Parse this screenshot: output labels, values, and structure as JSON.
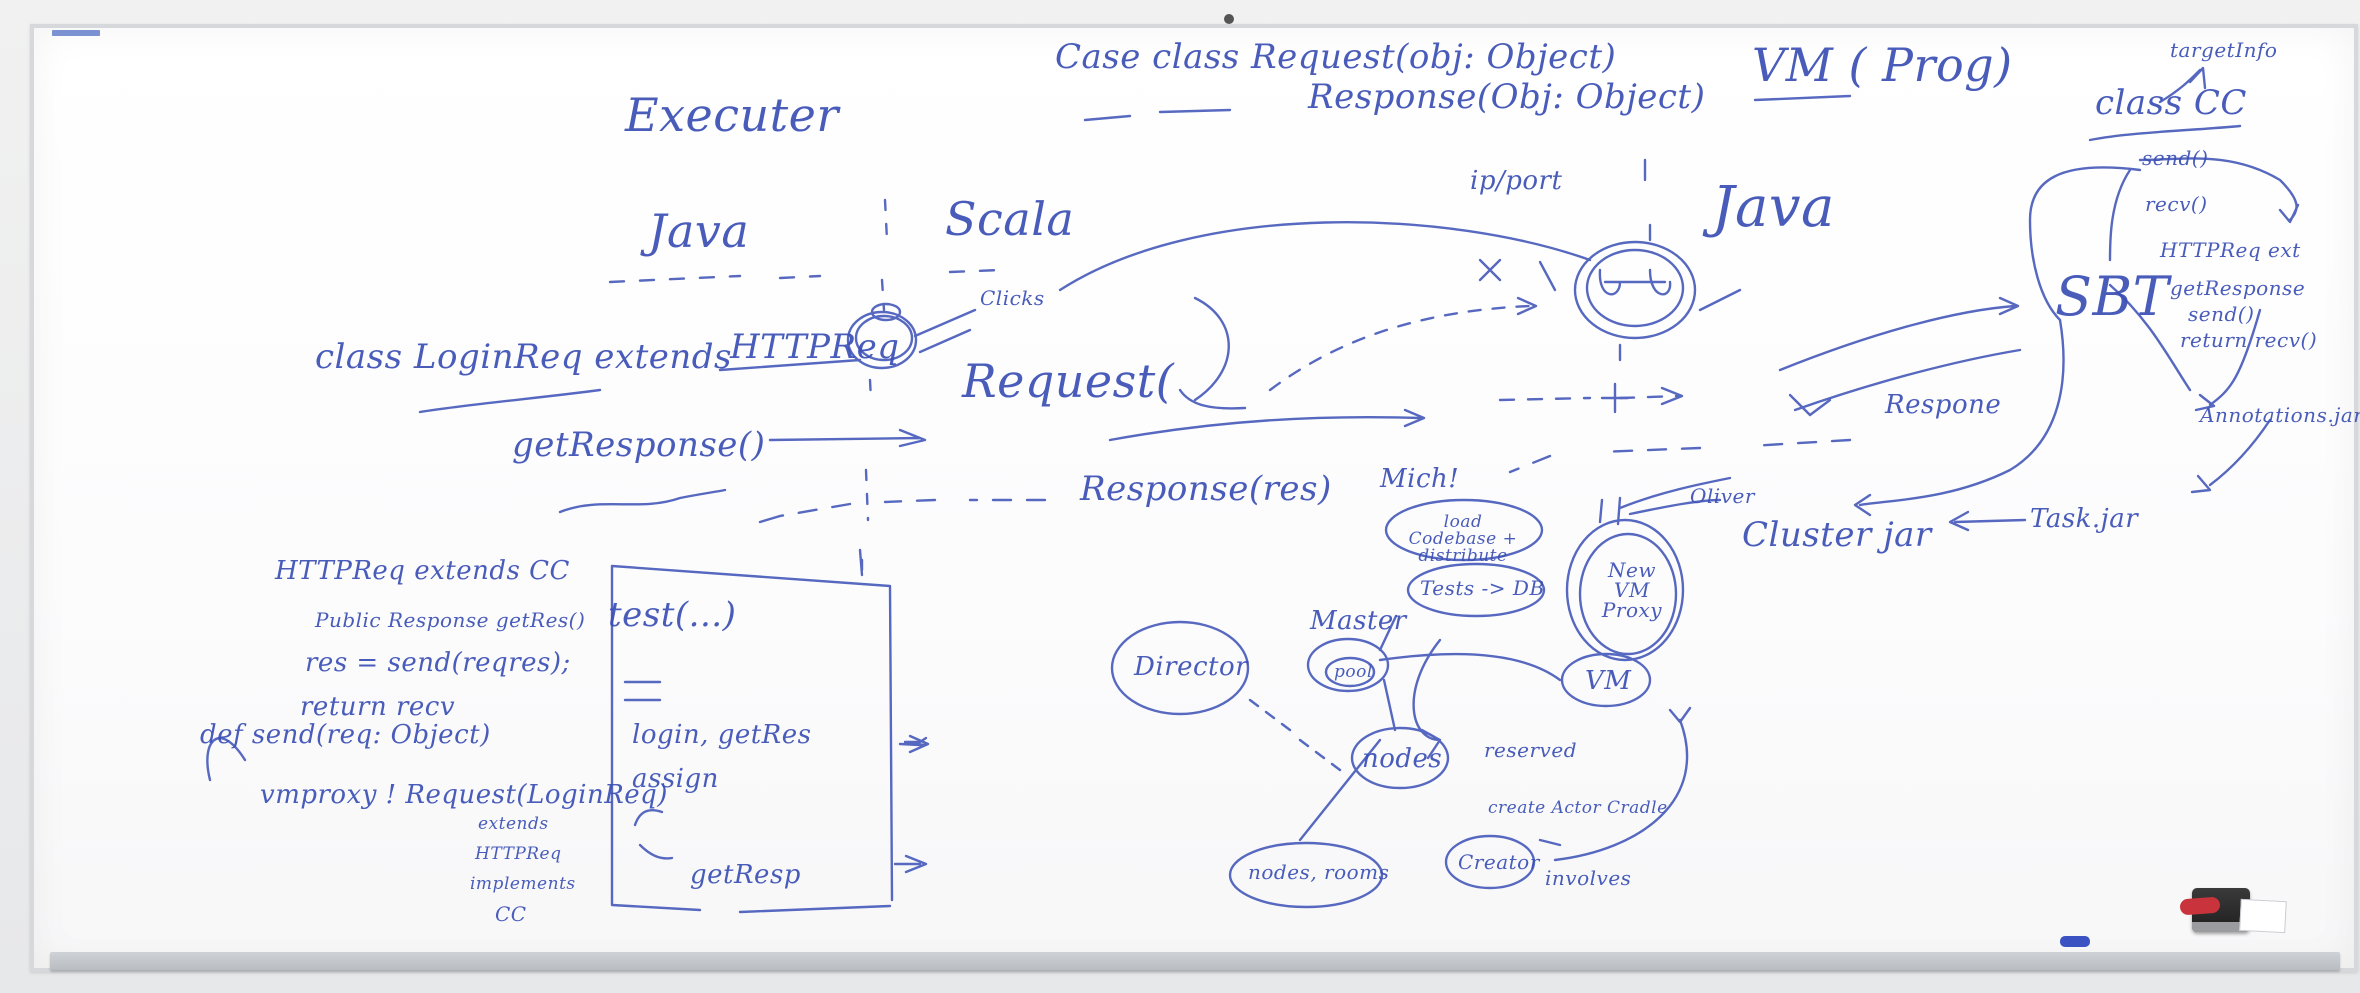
{
  "board": {
    "texts": {
      "executer": "Executer",
      "java_left": "Java",
      "scala": "Scala",
      "case_class": "Case class Request(obj: Object)",
      "response_decl": "Response(Obj: Object)",
      "vm_prog": "VM ( Prog)",
      "java_right": "Java",
      "ip_port": "ip/port",
      "class_login": "class LoginReq extends",
      "httpreq": "HTTPReq",
      "clicks": "Clicks",
      "request": "Request(",
      "get_response": "getResponse()",
      "response_res": "Response(res)",
      "mich": "Mich!",
      "oliver": "Oliver",
      "respone": "Respone",
      "classcc": "class CC",
      "send": "send()",
      "recv": "recv()",
      "httpreq_ext": "HTTPReq ext",
      "getresponse_side": "getResponse",
      "send_side": "send()",
      "return_recv": "return recv()",
      "target_info": "targetInfo",
      "sbt": "SBT",
      "annotations_jar": "Annotations.jar",
      "task_jar": "Task.jar",
      "cluster_jar": "Cluster jar",
      "httpreq_extends": "HTTPReq extends CC",
      "public_response": "Public Response getRes()",
      "res_send": "res = send(reqres);",
      "return_recv2": "return recv",
      "def_send": "def send(req: Object)",
      "vmproxy": "vmproxy ! Request(LoginReq)",
      "extends": "extends",
      "httpreq_small": "HTTPReq",
      "implements": "implements",
      "cc": "CC",
      "test": "test(...)",
      "login_getres": "login, getRes",
      "assign": "assign",
      "getresp": "getResp",
      "load_codebase": "load Codebase + distribute",
      "tests_db": "Tests -> DB",
      "director": "Director",
      "master": "Master",
      "pool": "pool",
      "nodes": "nodes",
      "reserved": "reserved",
      "create_actor": "create Actor Cradle",
      "nodes_rooms": "nodes, rooms",
      "creator": "Creator",
      "involves": "involves",
      "new_vm_proxy": "New VM Proxy",
      "vm": "VM"
    }
  }
}
